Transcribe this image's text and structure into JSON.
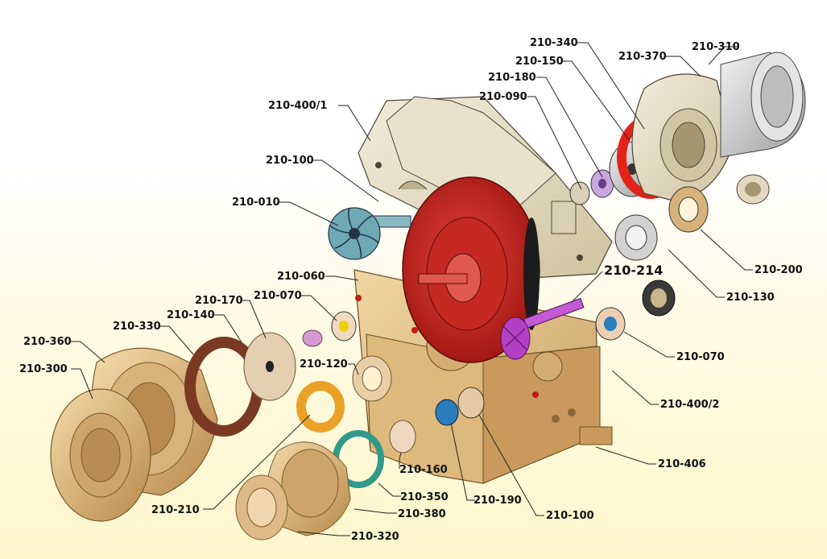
{
  "labels": {
    "l_210_310": "210-310",
    "l_210_370": "210-370",
    "l_210_340": "210-340",
    "l_210_150": "210-150",
    "l_210_180": "210-180",
    "l_210_090": "210-090",
    "l_210_400_1": "210-400/1",
    "l_210_100a": "210-100",
    "l_210_010": "210-010",
    "l_210_060": "210-060",
    "l_210_214": "210-214",
    "l_210_070a": "210-070",
    "l_210_170": "210-170",
    "l_210_140": "210-140",
    "l_210_330": "210-330",
    "l_210_360": "210-360",
    "l_210_300": "210-300",
    "l_210_120": "210-120",
    "l_210_200": "210-200",
    "l_210_130": "210-130",
    "l_210_070b": "210-070",
    "l_210_400_2": "210-400/2",
    "l_210_406": "210-406",
    "l_210_160": "210-160",
    "l_210_350": "210-350",
    "l_210_380": "210-380",
    "l_210_190": "210-190",
    "l_210_100b": "210-100",
    "l_210_210": "210-210",
    "l_210_320": "210-320"
  },
  "colors": {
    "casing": "#e0d6b8",
    "bronze": "#d9b57d",
    "red_gear": "#c8221c",
    "teal_impeller": "#6fa9b5",
    "purple_pinion": "#b33fc4",
    "gasket_brown": "#7a3a22",
    "gasket_orange": "#e9a227",
    "gasket_teal": "#2f9a8a",
    "seal_red": "#e2231a",
    "bearing_blue": "#2a7dbd"
  }
}
